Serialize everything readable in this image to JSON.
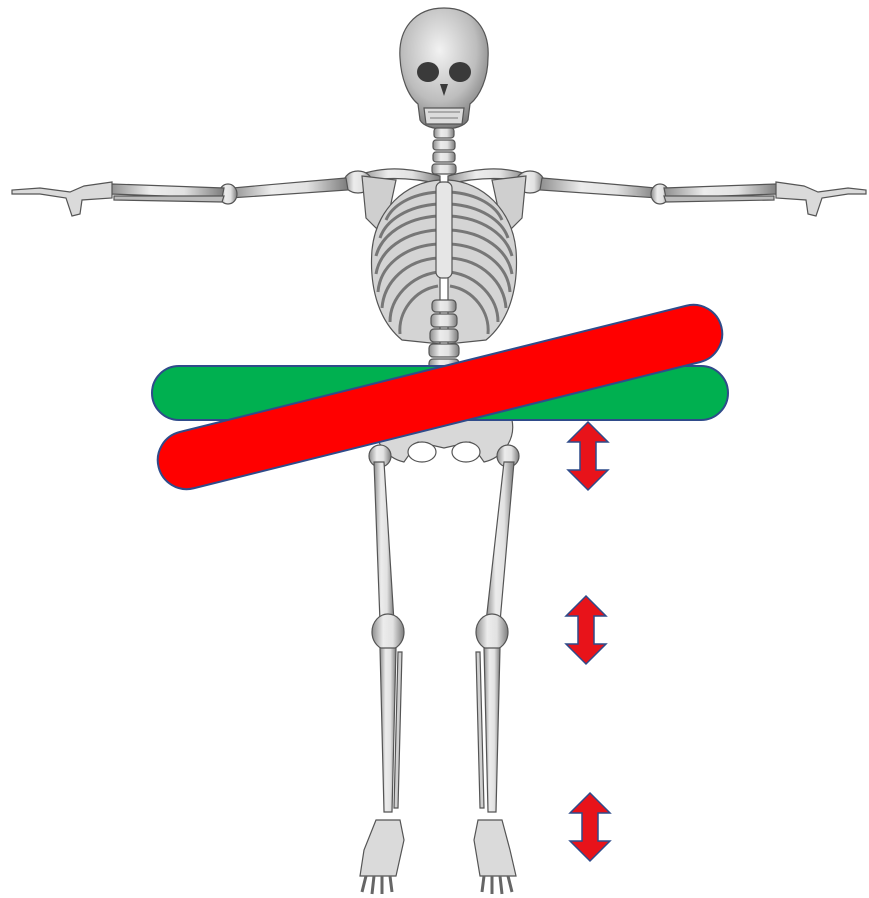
{
  "background": "#ffffff",
  "figure": "skeleton-front-t-pose",
  "colors": {
    "bone": "#e4e4e4",
    "bone_shade": "#9a9a9a",
    "bone_dark": "#5e5e5e",
    "pelvis_neutral": "#00b050",
    "pelvis_tilted": "#ff0000",
    "band_outline": "#2f4b8a",
    "arrow_fill": "#e8131a",
    "arrow_outline": "#2f4b8a"
  },
  "bands": [
    {
      "name": "neutral-pelvis-band",
      "color": "#00b050",
      "tilt_deg": 0
    },
    {
      "name": "tilted-pelvis-band",
      "color": "#ff0000",
      "tilt_deg": -14
    }
  ],
  "arrows": [
    {
      "name": "hip-level-arrow",
      "icon": "vertical-double-arrow"
    },
    {
      "name": "knee-level-arrow",
      "icon": "vertical-double-arrow"
    },
    {
      "name": "ankle-level-arrow",
      "icon": "vertical-double-arrow"
    }
  ]
}
